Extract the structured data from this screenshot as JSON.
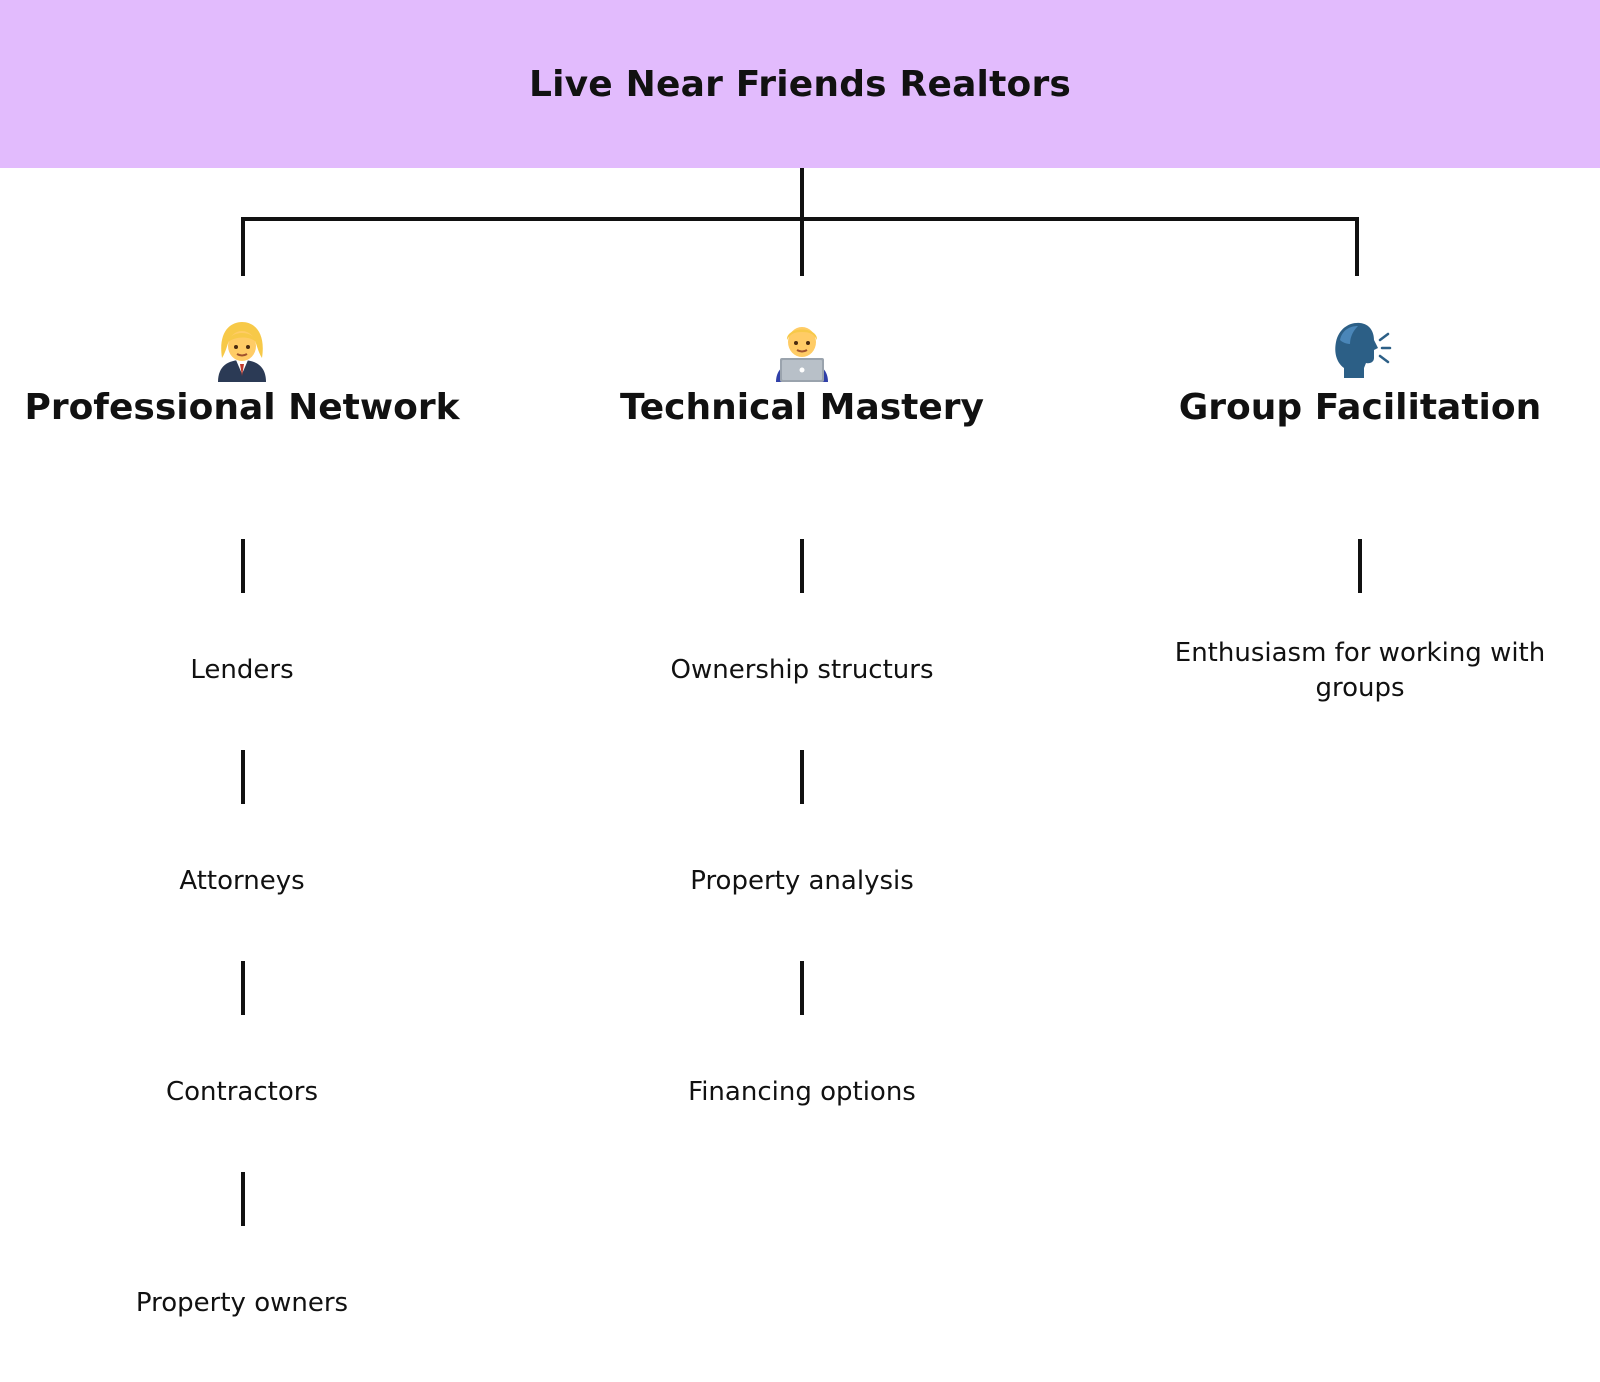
{
  "title": "Live Near Friends Realtors",
  "colors": {
    "header_background": "#e2bbfd",
    "text": "#111111",
    "connector": "#111111"
  },
  "columns": [
    {
      "icon": "office-worker-woman-icon",
      "title": "Professional Network",
      "items": [
        "Lenders",
        "Attorneys",
        "Contractors",
        "Property owners"
      ]
    },
    {
      "icon": "technologist-laptop-icon",
      "title": "Technical Mastery",
      "items": [
        "Ownership structurs",
        "Property analysis",
        "Financing options"
      ]
    },
    {
      "icon": "speaking-head-icon",
      "title": "Group Facilitation",
      "items": [
        "Enthusiasm for working with groups"
      ]
    }
  ]
}
